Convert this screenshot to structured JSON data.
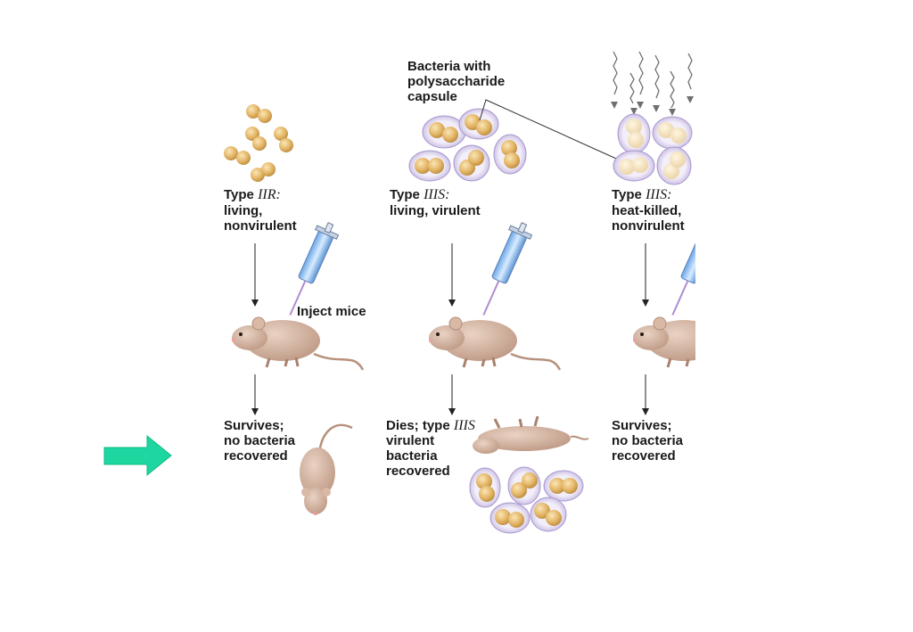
{
  "callout": {
    "line1": "Bacteria with",
    "line2": "polysaccharide",
    "line3": "capsule"
  },
  "columns": [
    {
      "type_prefix": "Type ",
      "type_strain": "IIR:",
      "desc1": "living,",
      "desc2": "nonvirulent",
      "outcome1": "Survives;",
      "outcome2": "no bacteria",
      "outcome3": "recovered"
    },
    {
      "type_prefix": "Type ",
      "type_strain": "IIIS:",
      "desc1": "living, virulent",
      "outcome1_prefix": "Dies; type ",
      "outcome1_strain": "IIIS",
      "outcome2": "virulent",
      "outcome3": "bacteria",
      "outcome4": "recovered"
    },
    {
      "type_prefix": "Type ",
      "type_strain": "IIIS:",
      "desc1": "heat-killed,",
      "desc2": "nonvirulent",
      "outcome1": "Survives;",
      "outcome2": "no bacteria",
      "outcome3": "recovered"
    }
  ],
  "inject_label": "Inject mice",
  "colors": {
    "bacteria": "#e3b566",
    "capsule": "#b9a9d9",
    "mouse": "#cfad98",
    "arrow": "#1dd6a0"
  }
}
